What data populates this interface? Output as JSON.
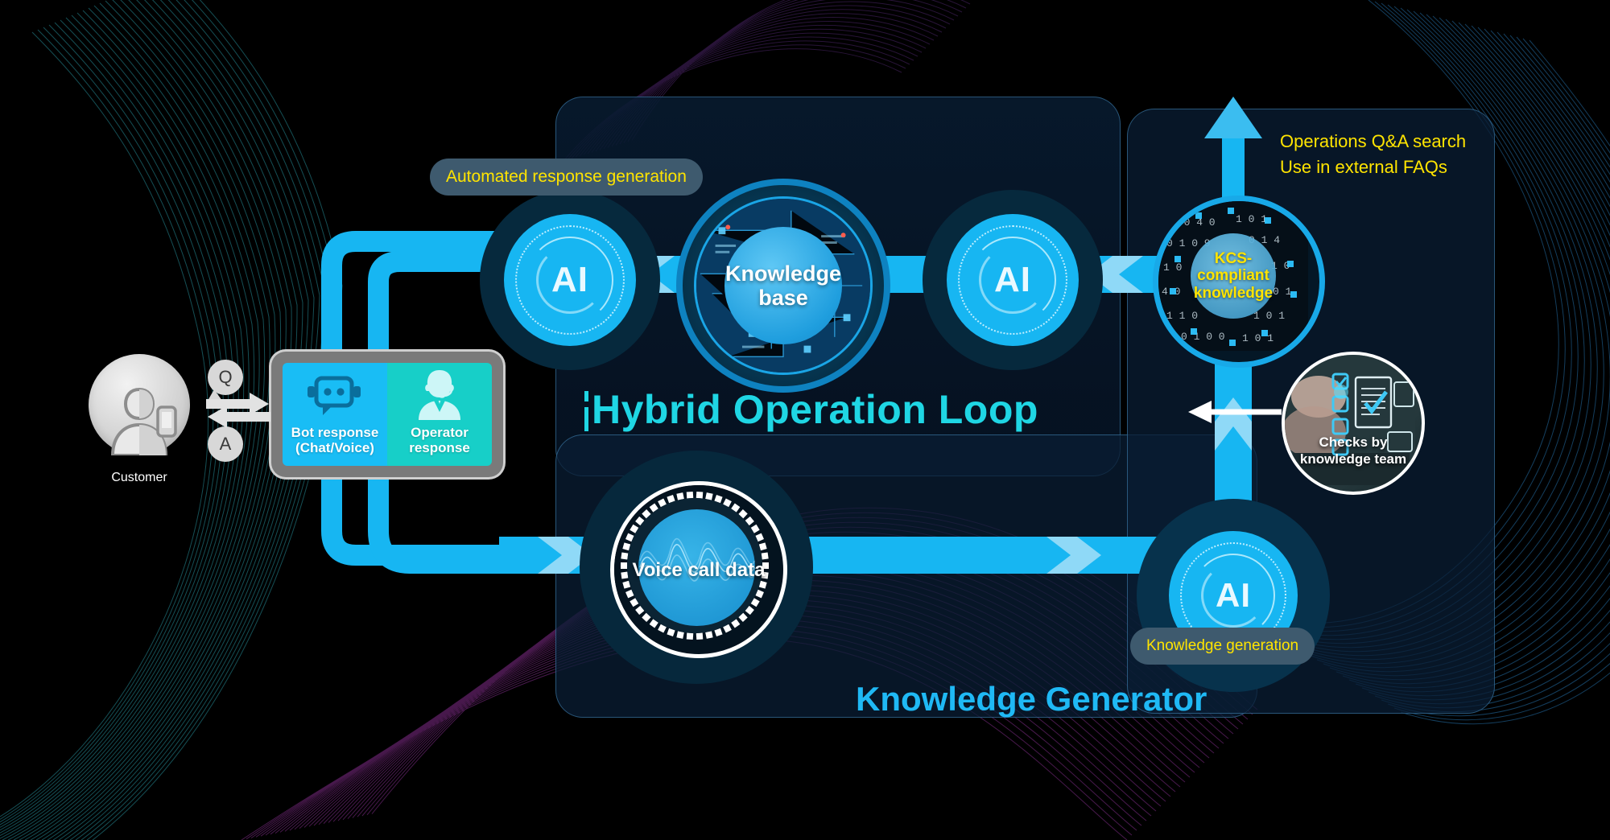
{
  "diagram": {
    "titles": {
      "loop": "Hybrid Operation Loop",
      "loop_first_letter": "H",
      "loop_rest": "ybrid Operation Loop",
      "knowledge_generator": "Knowledge Generator"
    },
    "customer": {
      "label": "Customer",
      "question_marker": "Q",
      "answer_marker": "A",
      "icon": "customer-avatar-icon"
    },
    "response_box": {
      "bot": {
        "line1": "Bot response",
        "line2": "(Chat/Voice)",
        "icon": "chatbot-icon"
      },
      "operator": {
        "line1": "Operator",
        "line2": "response",
        "icon": "headset-agent-icon"
      }
    },
    "badges": [
      {
        "id": "automated-response-generation",
        "label": "Automated response generation"
      },
      {
        "id": "knowledge-generation",
        "label": "Knowledge generation"
      }
    ],
    "nodes": [
      {
        "id": "ai-response",
        "label": "AI",
        "icon": "ai-circle-icon"
      },
      {
        "id": "knowledge-base",
        "line1": "Knowledge",
        "line2": "base",
        "icon": "knowledge-base-icon"
      },
      {
        "id": "ai-retrieval",
        "label": "AI",
        "icon": "ai-circle-icon"
      },
      {
        "id": "kcs-knowledge",
        "line1": "KCS-",
        "line2": "compliant",
        "line3": "knowledge",
        "icon": "kcs-knowledge-icon"
      },
      {
        "id": "voice-call-data",
        "label": "Voice call data",
        "icon": "voice-waveform-icon"
      },
      {
        "id": "ai-generation",
        "label": "AI",
        "icon": "ai-circle-icon"
      }
    ],
    "checks": {
      "line1": "Checks by",
      "line2": "knowledge team",
      "icon": "checklist-photo-icon"
    },
    "note": {
      "line1": "Operations Q&A search",
      "line2": "Use in external FAQs"
    },
    "colors": {
      "background": "#000000",
      "pipe": "#17b6f2",
      "pipe_light": "#8fd9f7",
      "accent_cyan": "#1fd6e4",
      "accent_blue": "#1fb9f5",
      "yellow": "#ffe400",
      "panel_fill": "#0a1c34",
      "badge_fill": "#3e5a6e",
      "bot_fill": "#19bdf5",
      "operator_fill": "#17cfc8",
      "box_frame": "#7a7a7a",
      "customer_grey": "#c9c9c9",
      "white": "#ffffff"
    }
  }
}
